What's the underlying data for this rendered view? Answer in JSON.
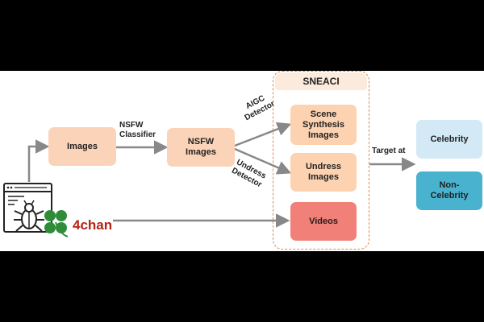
{
  "nodes": {
    "images": "Images",
    "nsfw_images": "NSFW\nImages",
    "scene_synthesis": "Scene\nSynthesis\nImages",
    "undress_images": "Undress\nImages",
    "videos": "Videos",
    "celebrity": "Celebrity",
    "non_celebrity": "Non-\nCelebrity"
  },
  "edges": {
    "nsfw_classifier": "NSFW\nClassifier",
    "aigc_detector": "AIGC\nDetector",
    "undress_detector": "Undress\nDetector",
    "target_at": "Target at"
  },
  "group": {
    "title": "SNEACI"
  },
  "source": {
    "brand": "4chan"
  },
  "icons": [
    "browser-window-icon",
    "bug-icon",
    "clover-logo-icon"
  ],
  "colors": {
    "peach": "#fbd3b8",
    "videos": "#f08078",
    "celebrity": "#d3eaf6",
    "non_celebrity": "#49b2cf",
    "frame": "#d98a4d",
    "arrow": "#888888",
    "brand": "#b52216"
  }
}
